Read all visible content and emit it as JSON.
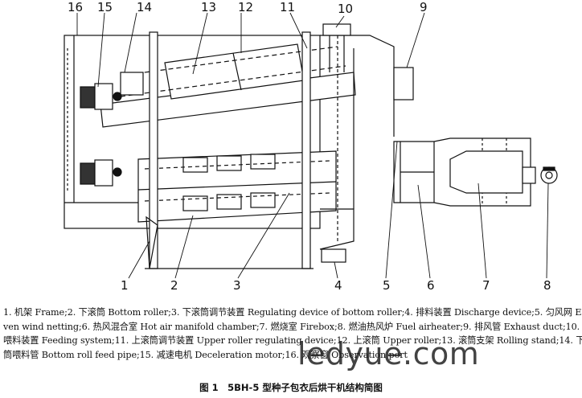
{
  "diagram": {
    "part_numbers": [
      "1",
      "2",
      "3",
      "4",
      "5",
      "6",
      "7",
      "8",
      "9",
      "10",
      "11",
      "12",
      "13",
      "14",
      "15",
      "16"
    ]
  },
  "legend_lines": [
    "1. 机架 Frame;2. 下滚筒 Bottom roller;3. 下滚筒调节装置 Regulating device of bottom roller;4. 排料装置 Discharge device;5. 匀风网 E-",
    "ven wind netting;6. 热风混合室 Hot air manifold chamber;7. 燃烧室 Firebox;8. 燃油热风炉 Fuel airheater;9. 排风管 Exhaust duct;10.",
    "喂料装置 Feeding system;11. 上滚筒调节装置 Upper roller regulating device;12. 上滚筒 Upper roller;13. 滚筒支架 Rolling stand;14. 下",
    "筒喂料管 Bottom roll feed pipe;15. 减速电机 Deceleration motor;16. 观察窗 Observation port"
  ],
  "figure_title": "图 1　5BH-5 型种子包衣后烘干机结构简图",
  "watermark": "ledyue.com"
}
